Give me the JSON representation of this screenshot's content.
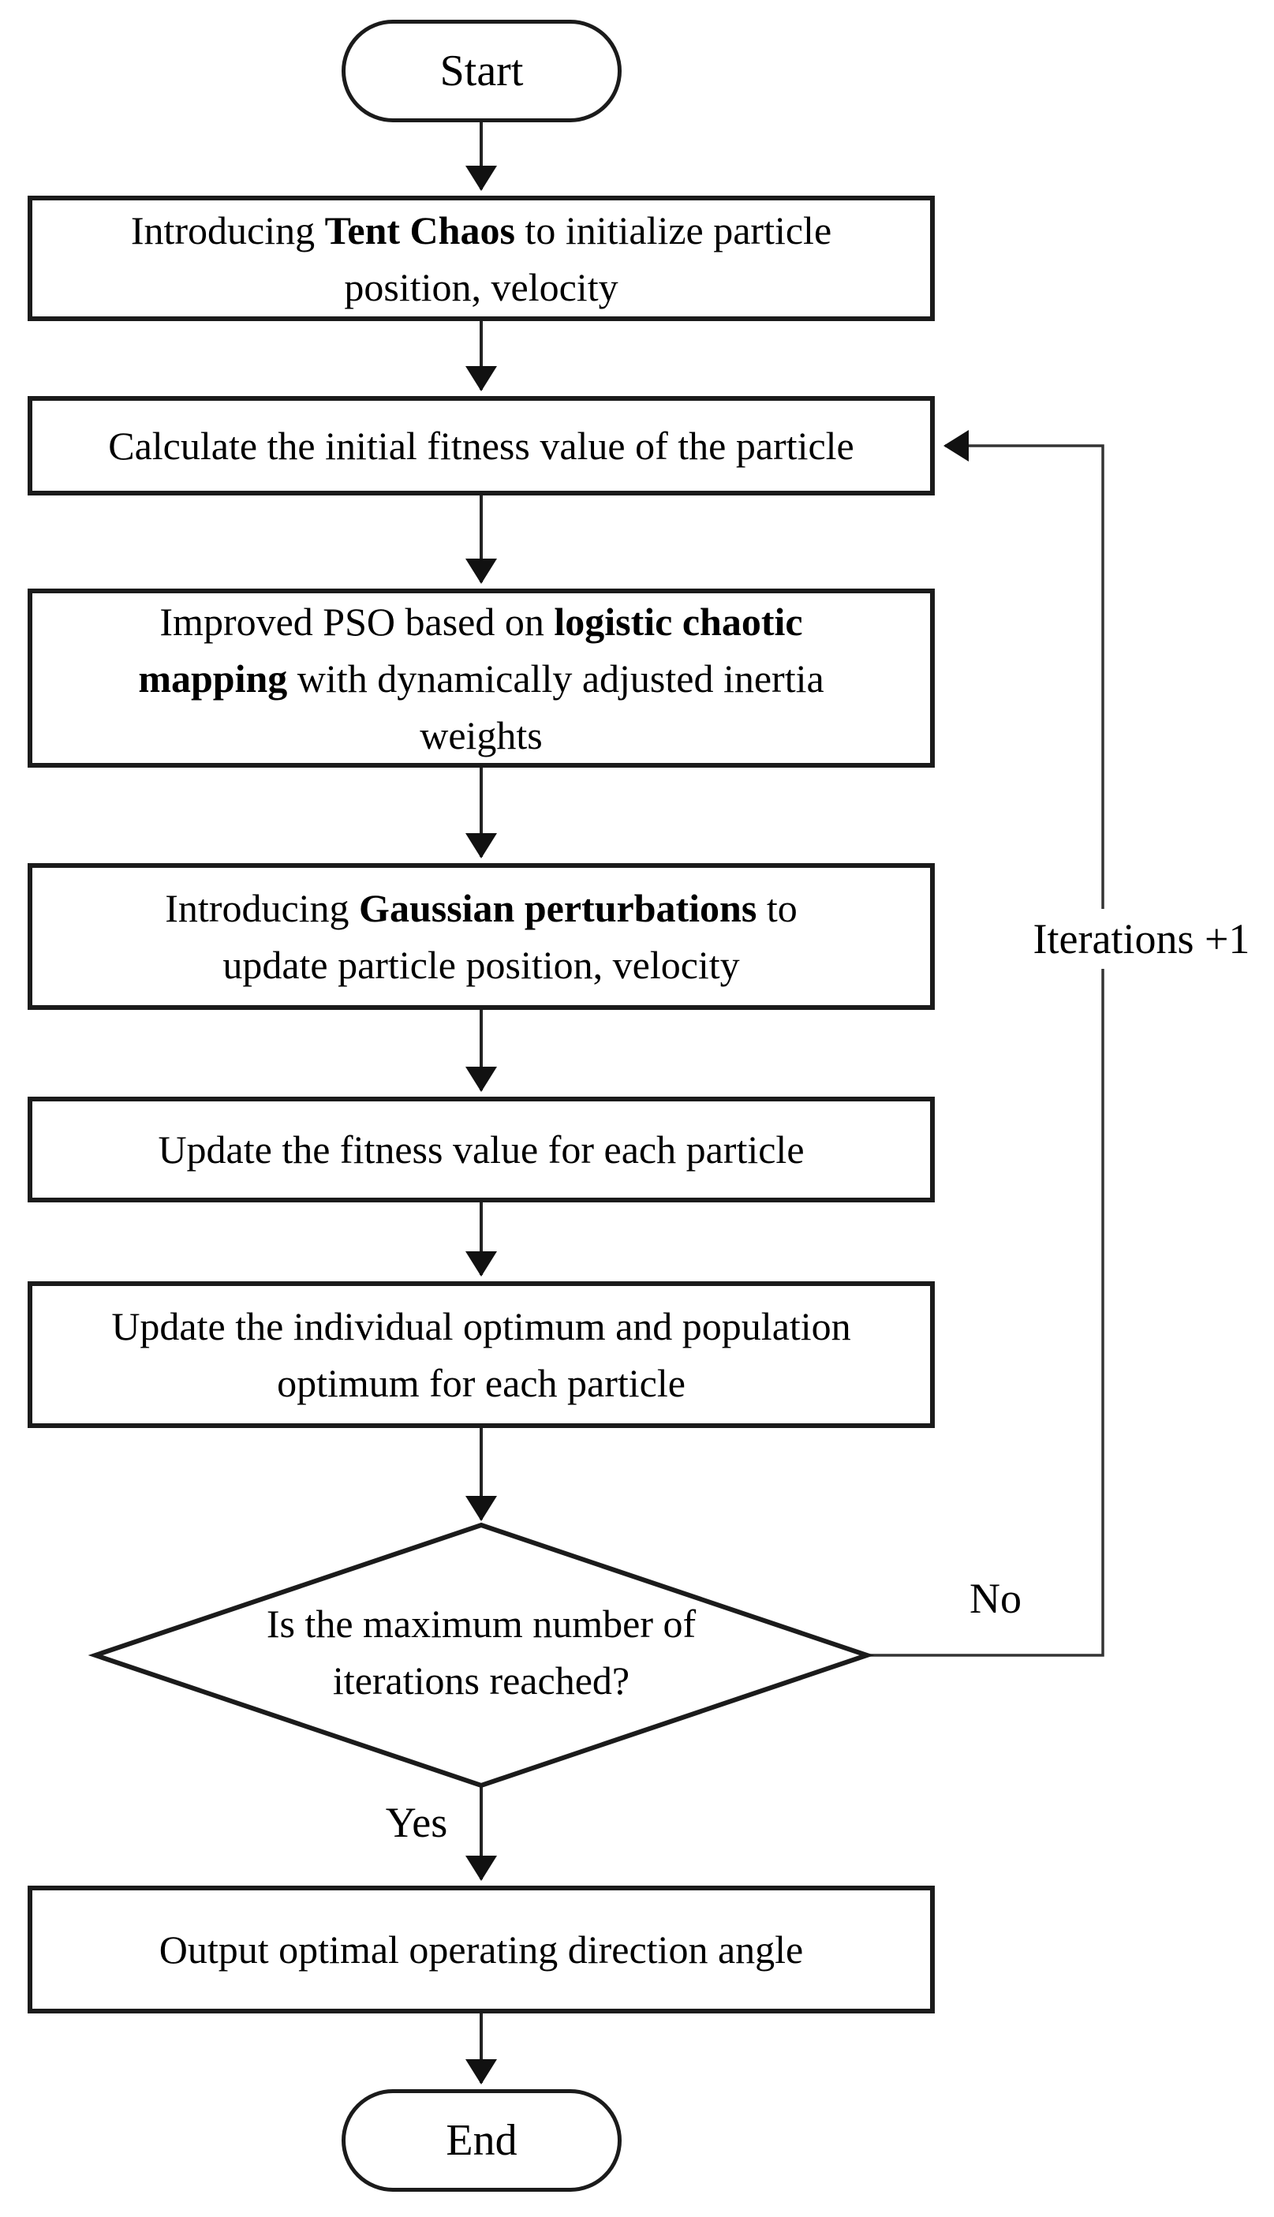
{
  "colors": {
    "stroke": "#1b1b1b",
    "text": "#000000",
    "bg": "#ffffff"
  },
  "flow": {
    "start_label": "Start",
    "end_label": "End",
    "steps": [
      {
        "name": "tent-chaos-initialization",
        "lines": [
          [
            {
              "t": "Introducing ",
              "b": false
            },
            {
              "t": "Tent Chaos",
              "b": true
            },
            {
              "t": " to initialize particle",
              "b": false
            }
          ],
          [
            {
              "t": "position, velocity",
              "b": false
            }
          ]
        ]
      },
      {
        "name": "calculate-initial-fitness",
        "lines": [
          [
            {
              "t": "Calculate the initial fitness value of the particle",
              "b": false
            }
          ]
        ]
      },
      {
        "name": "improved-pso-logistic-mapping",
        "lines": [
          [
            {
              "t": "Improved PSO based on ",
              "b": false
            },
            {
              "t": "logistic chaotic",
              "b": true
            }
          ],
          [
            {
              "t": "mapping",
              "b": true
            },
            {
              "t": " with dynamically adjusted inertia",
              "b": false
            }
          ],
          [
            {
              "t": "weights",
              "b": false
            }
          ]
        ]
      },
      {
        "name": "gaussian-perturbations-update",
        "lines": [
          [
            {
              "t": "Introducing ",
              "b": false
            },
            {
              "t": "Gaussian perturbations",
              "b": true
            },
            {
              "t": " to",
              "b": false
            }
          ],
          [
            {
              "t": "update particle position, velocity",
              "b": false
            }
          ]
        ]
      },
      {
        "name": "update-fitness-value",
        "lines": [
          [
            {
              "t": "Update the fitness value for each particle",
              "b": false
            }
          ]
        ]
      },
      {
        "name": "update-individual-population-optimum",
        "lines": [
          [
            {
              "t": "Update the individual optimum and population",
              "b": false
            }
          ],
          [
            {
              "t": "optimum for each particle",
              "b": false
            }
          ]
        ]
      },
      {
        "name": "output-optimal-angle",
        "lines": [
          [
            {
              "t": "Output optimal operating direction angle",
              "b": false
            }
          ]
        ]
      }
    ],
    "decision": {
      "name": "max-iterations-reached",
      "lines": [
        [
          {
            "t": "Is the maximum number of",
            "b": false
          }
        ],
        [
          {
            "t": "iterations reached?",
            "b": false
          }
        ]
      ]
    },
    "edge_labels": {
      "yes": "Yes",
      "no": "No",
      "loop": "Iterations +1"
    }
  }
}
